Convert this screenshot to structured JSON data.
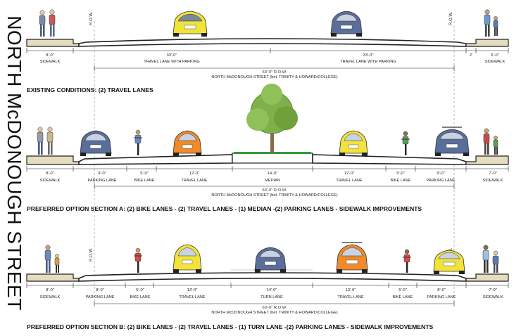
{
  "vertical_title": "NORTH McDONOUGH STREET",
  "row_marker": "R.O.W.",
  "row_dim": "60'-0\" R.O.W.",
  "street_name": "NORTH McDONOUGH STREET (bet. TRINITY & HOWARD/COLLEGE)",
  "sections": [
    {
      "caption": "EXISTING CONDITIONS: (2) TRAVEL LANES",
      "dims": [
        "8'-0\"",
        "33'-0\"",
        "33'-0\"",
        "2'",
        "6'-0\""
      ],
      "labels": [
        "SIDEWALK",
        "TRAVEL LANE WITH PARKING",
        "TRAVEL LANE WITH PARKING",
        "SIDEWALK"
      ]
    },
    {
      "caption": "PREFERRED OPTION SECTION A: (2) BIKE LANES - (2) TRAVEL LANES - (1) MEDIAN -(2) PARKING LANES - SIDEWALK IMPROVEMENTS",
      "dims": [
        "8'-0\"",
        "9'-0\"",
        "5'-0\"",
        "12'-0\"",
        "14'-0\"",
        "12'-0\"",
        "5'-0\"",
        "9'-0\"",
        "7'-0\""
      ],
      "labels": [
        "SIDEWALK",
        "PARKING LANE",
        "BIKE LANE",
        "TRAVEL LANE",
        "MEDIAN",
        "TRAVEL LANE",
        "BIKE LANE",
        "PARKING LANE",
        "SIDEWALK"
      ]
    },
    {
      "caption": "PREFERRED OPTION SECTION B: (2) BIKE LANES - (2) TRAVEL LANES - (1) TURN LANE -(2) PARKING LANES - SIDEWALK IMPROVEMENTS",
      "dims": [
        "8'-0\"",
        "8'-0\"",
        "5'-0\"",
        "13'-0\"",
        "14'-0\"",
        "13'-0\"",
        "5'-0\"",
        "8'-0\"",
        "7'-0\""
      ],
      "labels": [
        "SIDEWALK",
        "PARKING LANE",
        "BIKE LANE",
        "TRAVEL LANE",
        "TURN LANE",
        "TRAVEL LANE",
        "BIKE LANE",
        "PARKING LANE",
        "SIDEWALK"
      ]
    }
  ],
  "colors": {
    "asphalt_edge": "#222222",
    "curb_fill": "#d8ccaa",
    "median_green": "#2f9a3a",
    "tree_green": "#7fb04a",
    "car_yellow": "#f2e33a",
    "car_orange": "#f08a2a",
    "car_blue": "#5a6e9a"
  }
}
